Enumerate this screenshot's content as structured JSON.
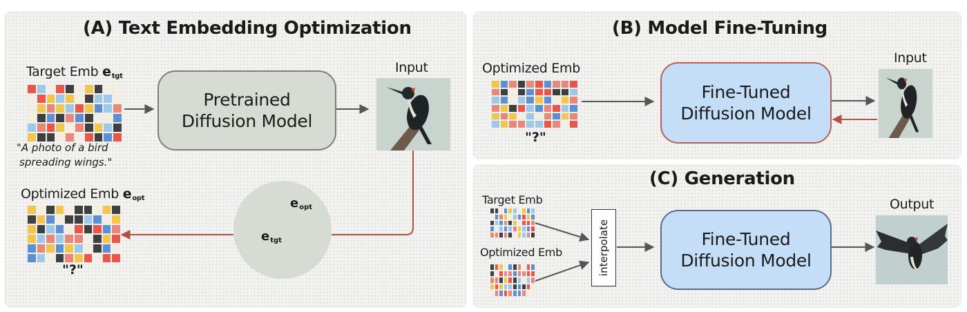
{
  "panel_a": {
    "title": "(A) Text Embedding Optimization",
    "target_emb_label": "Target Emb ",
    "target_emb_symbol": "e",
    "target_emb_sub": "tgt",
    "caption_line1": "\"A photo of a bird",
    "caption_line2": "spreading wings.\"",
    "model_line1": "Pretrained",
    "model_line2": "Diffusion Model",
    "input_label": "Input",
    "optimized_emb_label": "Optimized Emb ",
    "optimized_emb_symbol": "e",
    "optimized_emb_sub": "opt",
    "optimized_caption": "\"?\"",
    "circle_opt_symbol": "e",
    "circle_opt_sub": "opt",
    "circle_tgt_symbol": "e",
    "circle_tgt_sub": "tgt"
  },
  "panel_b": {
    "title": "(B) Model Fine-Tuning",
    "optimized_emb_label": "Optimized Emb",
    "optimized_caption": "\"?\"",
    "model_line1": "Fine-Tuned",
    "model_line2": "Diffusion Model",
    "input_label": "Input"
  },
  "panel_c": {
    "title": "(C) Generation",
    "target_emb_label": "Target Emb",
    "optimized_emb_label": "Optimized Emb",
    "interpolate_label": "interpolate",
    "model_line1": "Fine-Tuned",
    "model_line2": "Diffusion Model",
    "output_label": "Output"
  },
  "colors": {
    "embedding_palette": [
      "#e8574a",
      "#f2c64e",
      "#3f3f3f",
      "#5e8fd1",
      "#f4ede2",
      "#9ec7e8",
      "#e9877b"
    ],
    "arrow_gray": "#555555",
    "arrow_red": "#b5503f",
    "pretrained_box": "#d6dcd3",
    "finetuned_box": "#c4def8"
  }
}
